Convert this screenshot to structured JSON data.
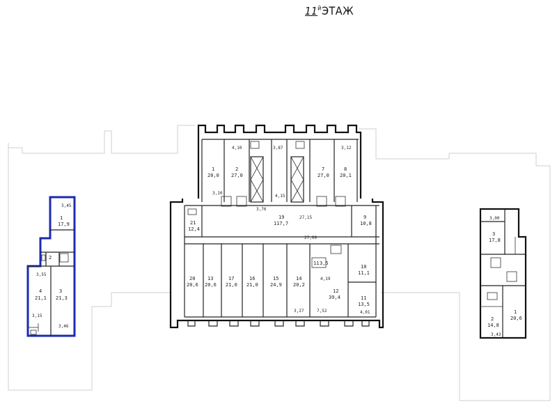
{
  "header": {
    "floor_number": "11",
    "floor_suffix": "й",
    "floor_word": "ЭТАЖ"
  },
  "colors": {
    "highlight": "#1b2bb0",
    "lines": "#222222",
    "background": "#ffffff"
  },
  "rooms": {
    "left_section": [
      {
        "id": "1",
        "area": "17,9"
      },
      {
        "id": "2",
        "area": ""
      },
      {
        "id": "3",
        "area": "21,3"
      },
      {
        "id": "4",
        "area": "21,1"
      }
    ],
    "center_top": [
      {
        "id": "1",
        "area": "20,0"
      },
      {
        "id": "2",
        "area": "27,0"
      },
      {
        "id": "7",
        "area": "27,0"
      },
      {
        "id": "8",
        "area": "20,1"
      }
    ],
    "center_corridor": [
      {
        "id": "19",
        "area": "117,7"
      },
      {
        "id": "21",
        "area": "12,4"
      },
      {
        "id": "9",
        "area": "10,8"
      }
    ],
    "center_bottom": [
      {
        "id": "20",
        "area": "20,6"
      },
      {
        "id": "13",
        "area": "20,6"
      },
      {
        "id": "17",
        "area": "21,0"
      },
      {
        "id": "16",
        "area": "21,0"
      },
      {
        "id": "15",
        "area": "24,9"
      },
      {
        "id": "14",
        "area": "20,2"
      },
      {
        "id": "11",
        "area": "3,5"
      },
      {
        "id": "12",
        "area": "39,4"
      },
      {
        "id": "10",
        "area": "11,1"
      },
      {
        "id": "11",
        "area": "13,5"
      }
    ],
    "right_section": [
      {
        "id": "3",
        "area": "17,8"
      },
      {
        "id": "2",
        "area": "14,8"
      },
      {
        "id": "1",
        "area": "20,6"
      }
    ]
  },
  "dimensions": {
    "d1": "3,45",
    "d2": "3,55",
    "d3": "3,15",
    "d4": "3,46",
    "d5": "4,10",
    "d6": "3,87",
    "d7": "3,12",
    "d8": "3,10",
    "d9": "4,15",
    "d10": "27,15",
    "d11": "27,09",
    "d12": "3,76",
    "d13": "4,19",
    "d14": "7,52",
    "d15": "3,27",
    "d16": "3,00",
    "d17": "3,43",
    "d18": "4,01"
  }
}
